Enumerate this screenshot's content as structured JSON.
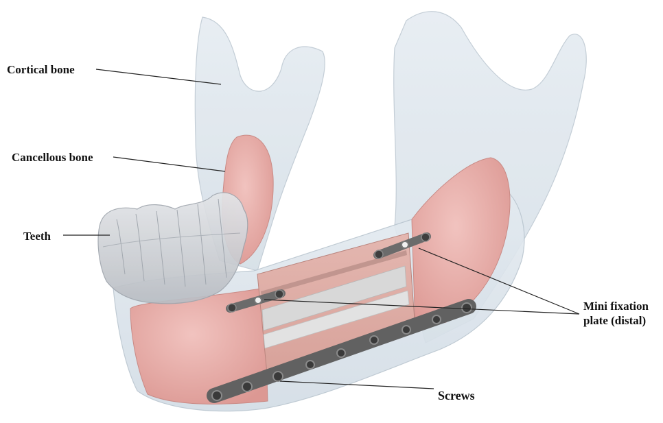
{
  "labels": {
    "cortical_bone": "Cortical bone",
    "cancellous_bone": "Cancellous bone",
    "teeth": "Teeth",
    "mini_fixation_line1": "Mini fixation",
    "mini_fixation_line2": "plate (distal)",
    "screws": "Screws"
  },
  "colors": {
    "cortical_bone": "#d7e1e9",
    "cancellous_bone": "#e7a7a3",
    "teeth": "#c9ccd2",
    "plate": "#6b6b6b",
    "screw": "#3e3e3e",
    "graft": "#d9d9d9"
  }
}
